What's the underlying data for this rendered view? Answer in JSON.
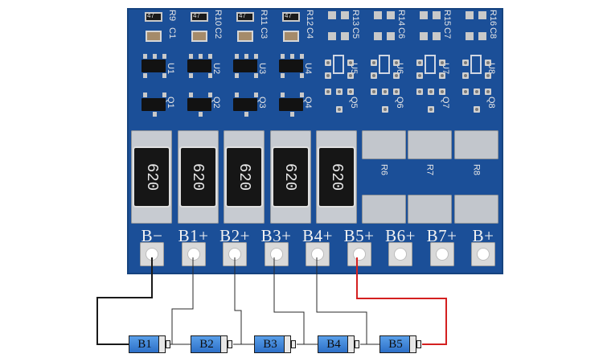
{
  "board": {
    "terminals": [
      "B−",
      "B1+",
      "B2+",
      "B3+",
      "B4+",
      "B5+",
      "B6+",
      "B7+",
      "B+"
    ],
    "resistors": [
      {
        "code": "620",
        "populated": true
      },
      {
        "code": "620",
        "populated": true
      },
      {
        "code": "620",
        "populated": true
      },
      {
        "code": "620",
        "populated": true
      },
      {
        "code": "620",
        "populated": true
      },
      {
        "label": "R6",
        "populated": false
      },
      {
        "label": "R7",
        "populated": false
      },
      {
        "label": "R8",
        "populated": false
      }
    ],
    "top_labels": [
      {
        "resistor": "R9",
        "cap": "C1",
        "ic": "U1",
        "fet": "Q1"
      },
      {
        "resistor": "R10",
        "cap": "C2",
        "ic": "U2",
        "fet": "Q2"
      },
      {
        "resistor": "R11",
        "cap": "C3",
        "ic": "U3",
        "fet": "Q3"
      },
      {
        "resistor": "R12",
        "cap": "C4",
        "ic": "U4",
        "fet": "Q4"
      },
      {
        "resistor": "R13",
        "cap": "C5",
        "ic": "U5",
        "fet": "Q5"
      },
      {
        "resistor": "R14",
        "cap": "C6",
        "ic": "U6",
        "fet": "Q6"
      },
      {
        "resistor": "R15",
        "cap": "C7",
        "ic": "U7",
        "fet": "Q7"
      },
      {
        "resistor": "R16",
        "cap": "C8",
        "ic": "U8",
        "fet": "Q8"
      }
    ],
    "smd_code": "47"
  },
  "batteries": [
    "B1",
    "B2",
    "B3",
    "B4",
    "B5"
  ],
  "colors": {
    "pcb": "#1b4f98",
    "wire_black": "#1a1a1a",
    "wire_red": "#d42020",
    "battery_blue": "#3a82d8"
  }
}
